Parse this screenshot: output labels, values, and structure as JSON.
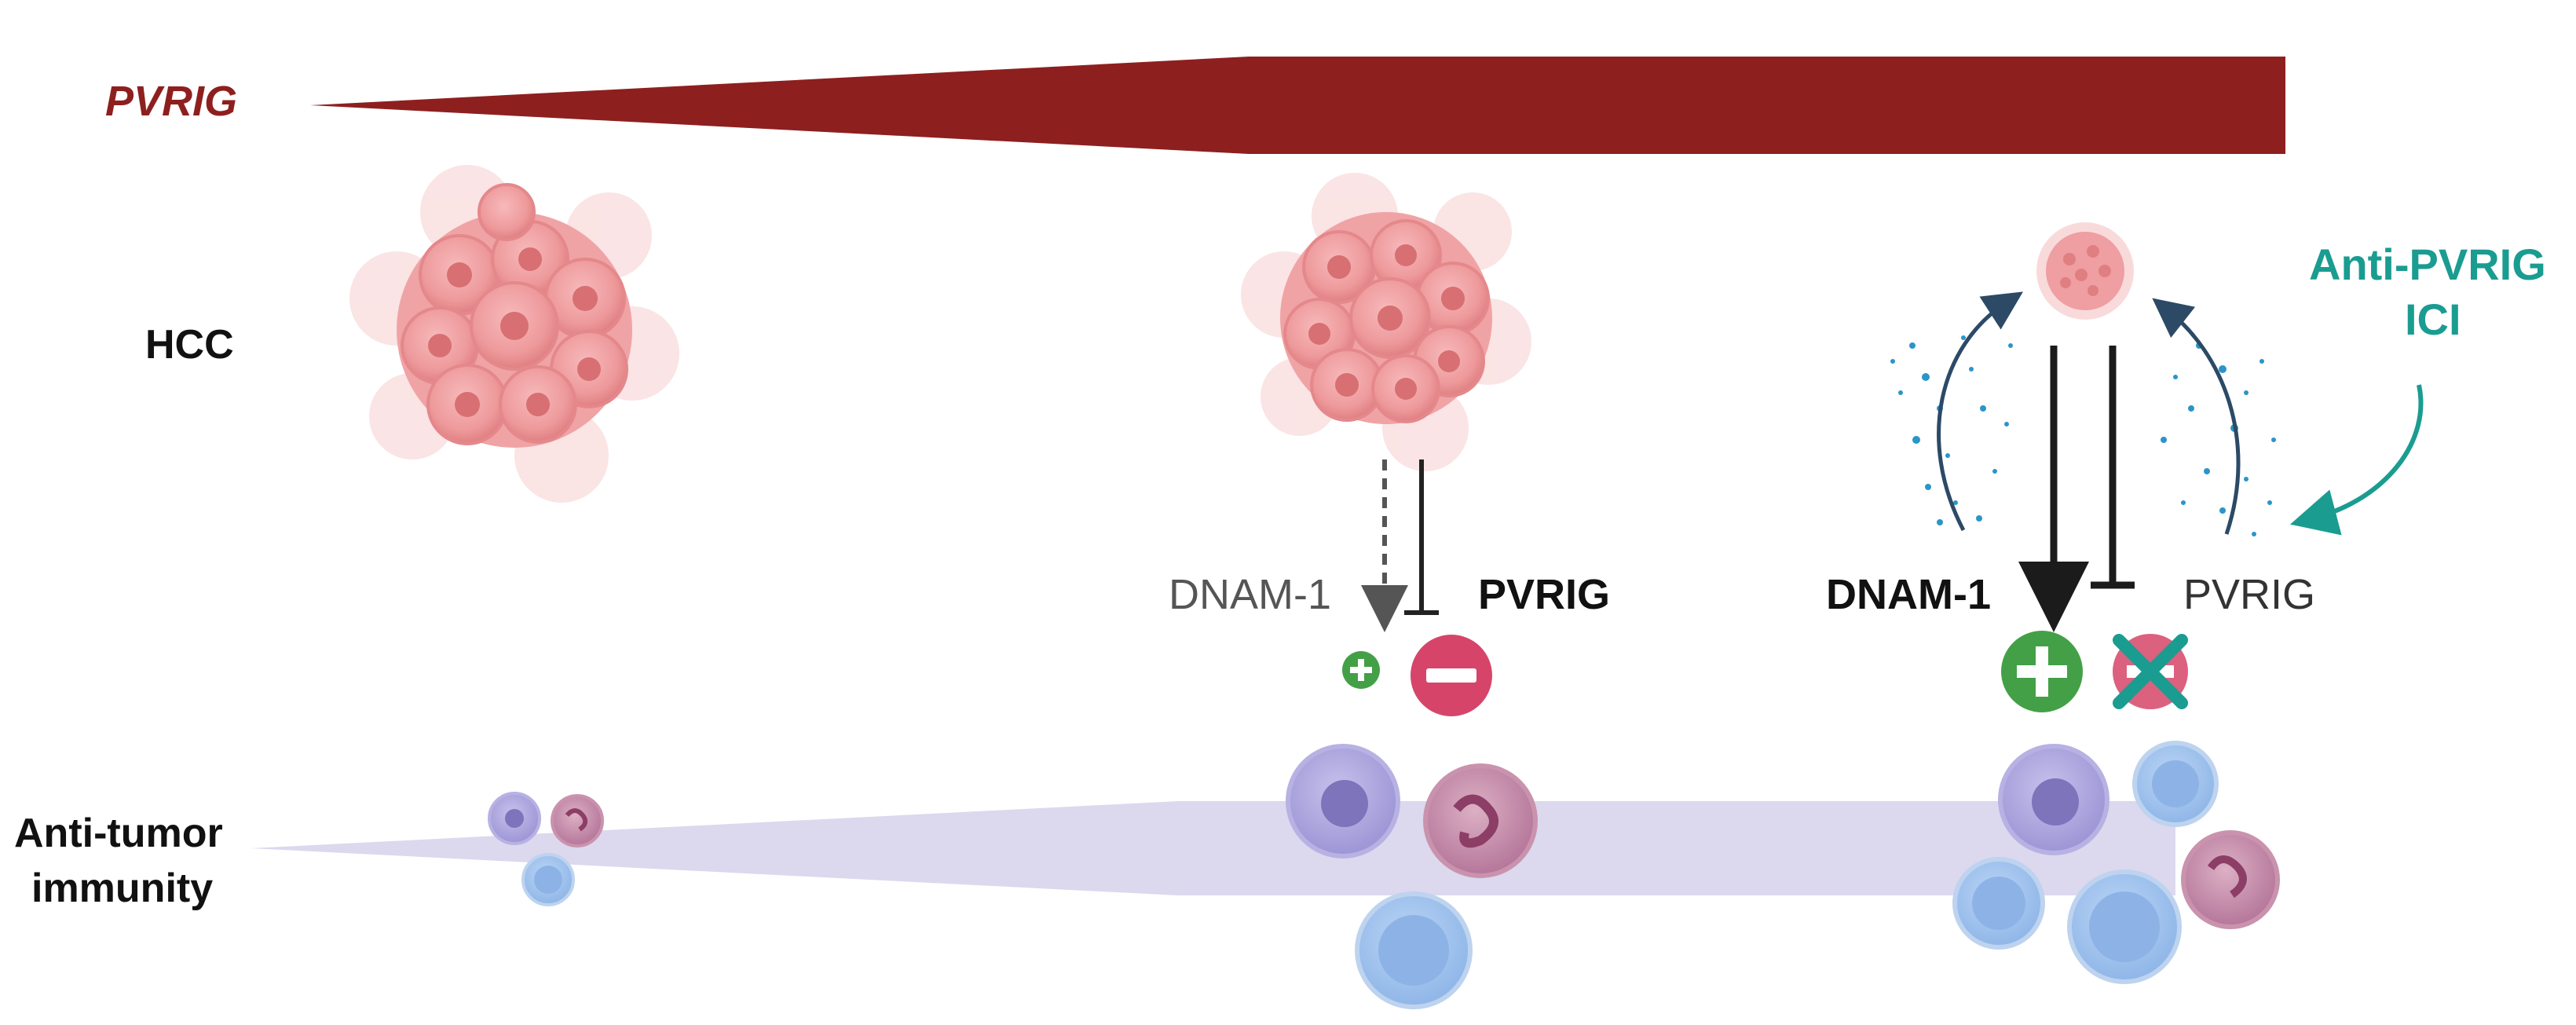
{
  "labels": {
    "pvrig_gradient": "PVRIG",
    "hcc": "HCC",
    "anti_tumor_line1": "Anti-tumor",
    "anti_tumor_line2": "immunity",
    "middle_dnam1": "DNAM-1",
    "middle_pvrig": "PVRIG",
    "right_dnam1": "DNAM-1",
    "right_pvrig": "PVRIG",
    "ici_line1": "Anti-PVRIG",
    "ici_line2": "ICI"
  },
  "colors": {
    "pvrig_red": "#8e1f1f",
    "tumor_pink": "#e88a8c",
    "immunity_band": "#dcd8ee",
    "teal": "#1a9c91",
    "plus_green": "#43a047",
    "minus_pink": "#d64569",
    "cell_purple": "#a9a2dc",
    "cell_blue": "#a7c7f0",
    "cell_mauve": "#c48aa6",
    "dark_text": "#111111",
    "grey_text": "#555555"
  },
  "icons": [
    "tumor-cluster-icon",
    "plus-sign-icon",
    "minus-sign-icon",
    "blocked-x-icon",
    "nk-cell-icon",
    "t-cell-icon",
    "neutrophil-icon"
  ]
}
